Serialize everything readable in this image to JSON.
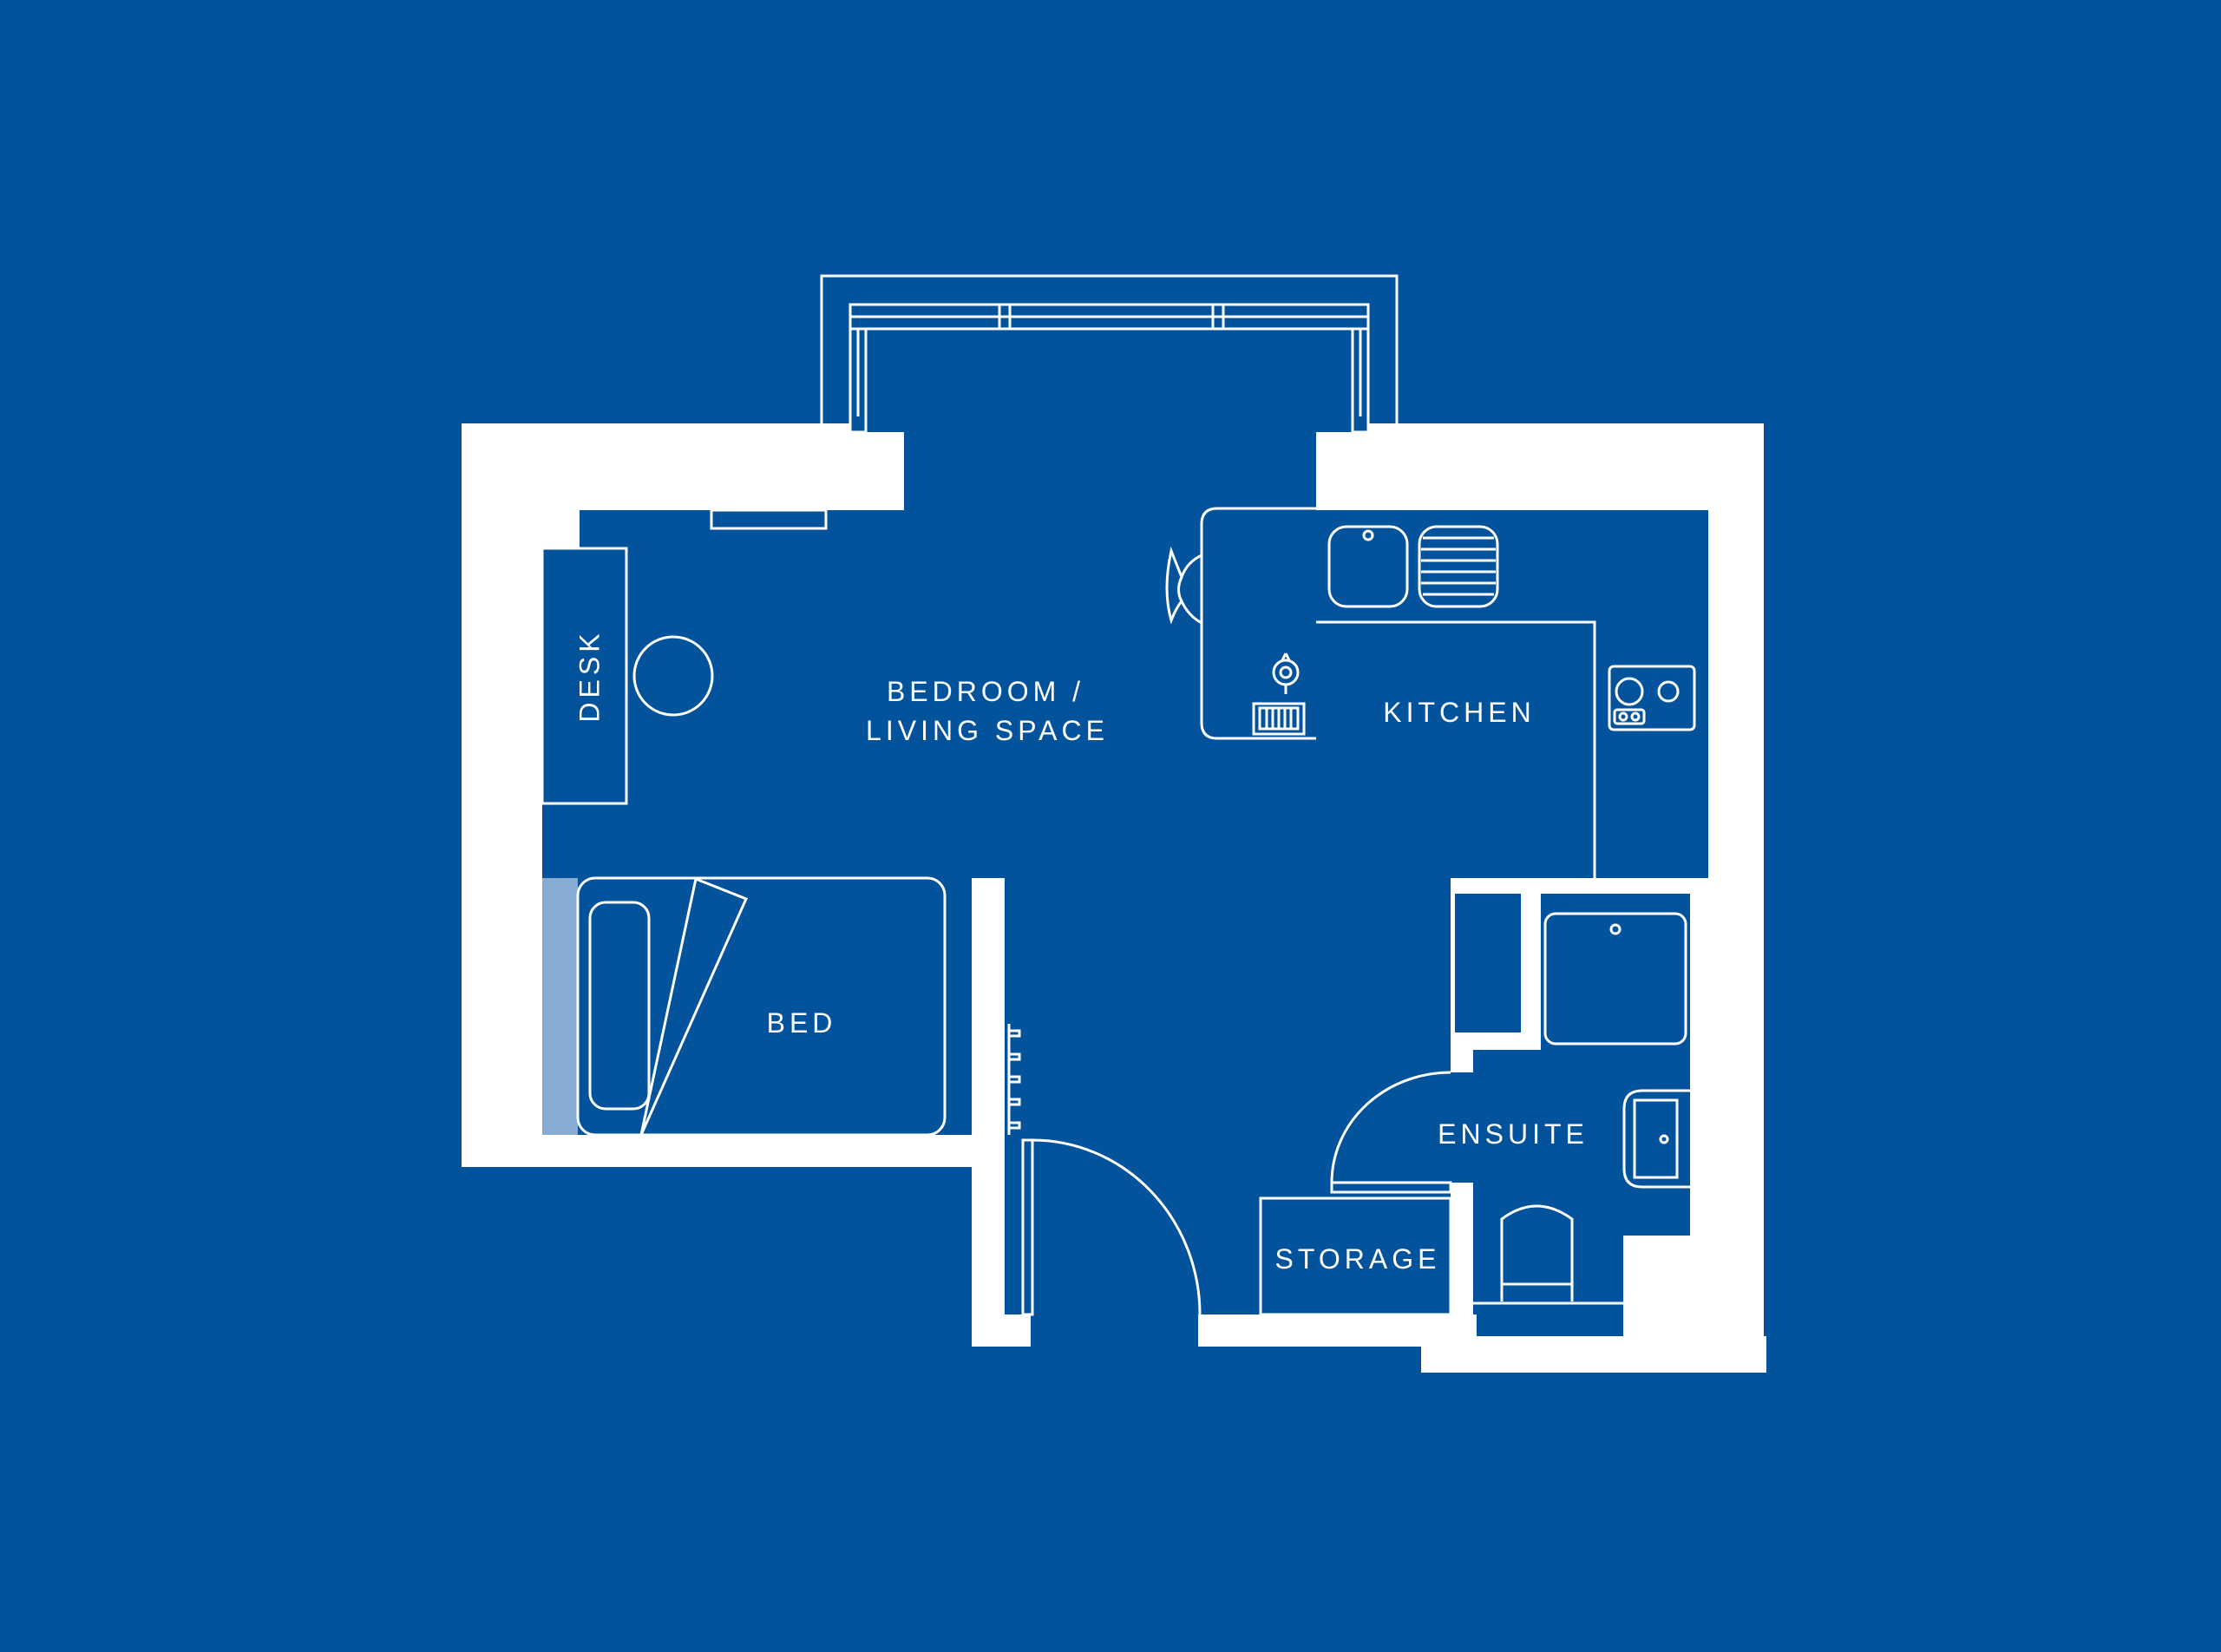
{
  "colors": {
    "background": "#02539b",
    "walls": "#ffffff",
    "headboard": "#86acd4"
  },
  "rooms": {
    "bedroom_line1": "BEDROOM /",
    "bedroom_line2": "LIVING SPACE",
    "kitchen": "KITCHEN",
    "desk": "DESK",
    "bed": "BED",
    "ensuite": "ENSUITE",
    "storage": "STORAGE"
  }
}
